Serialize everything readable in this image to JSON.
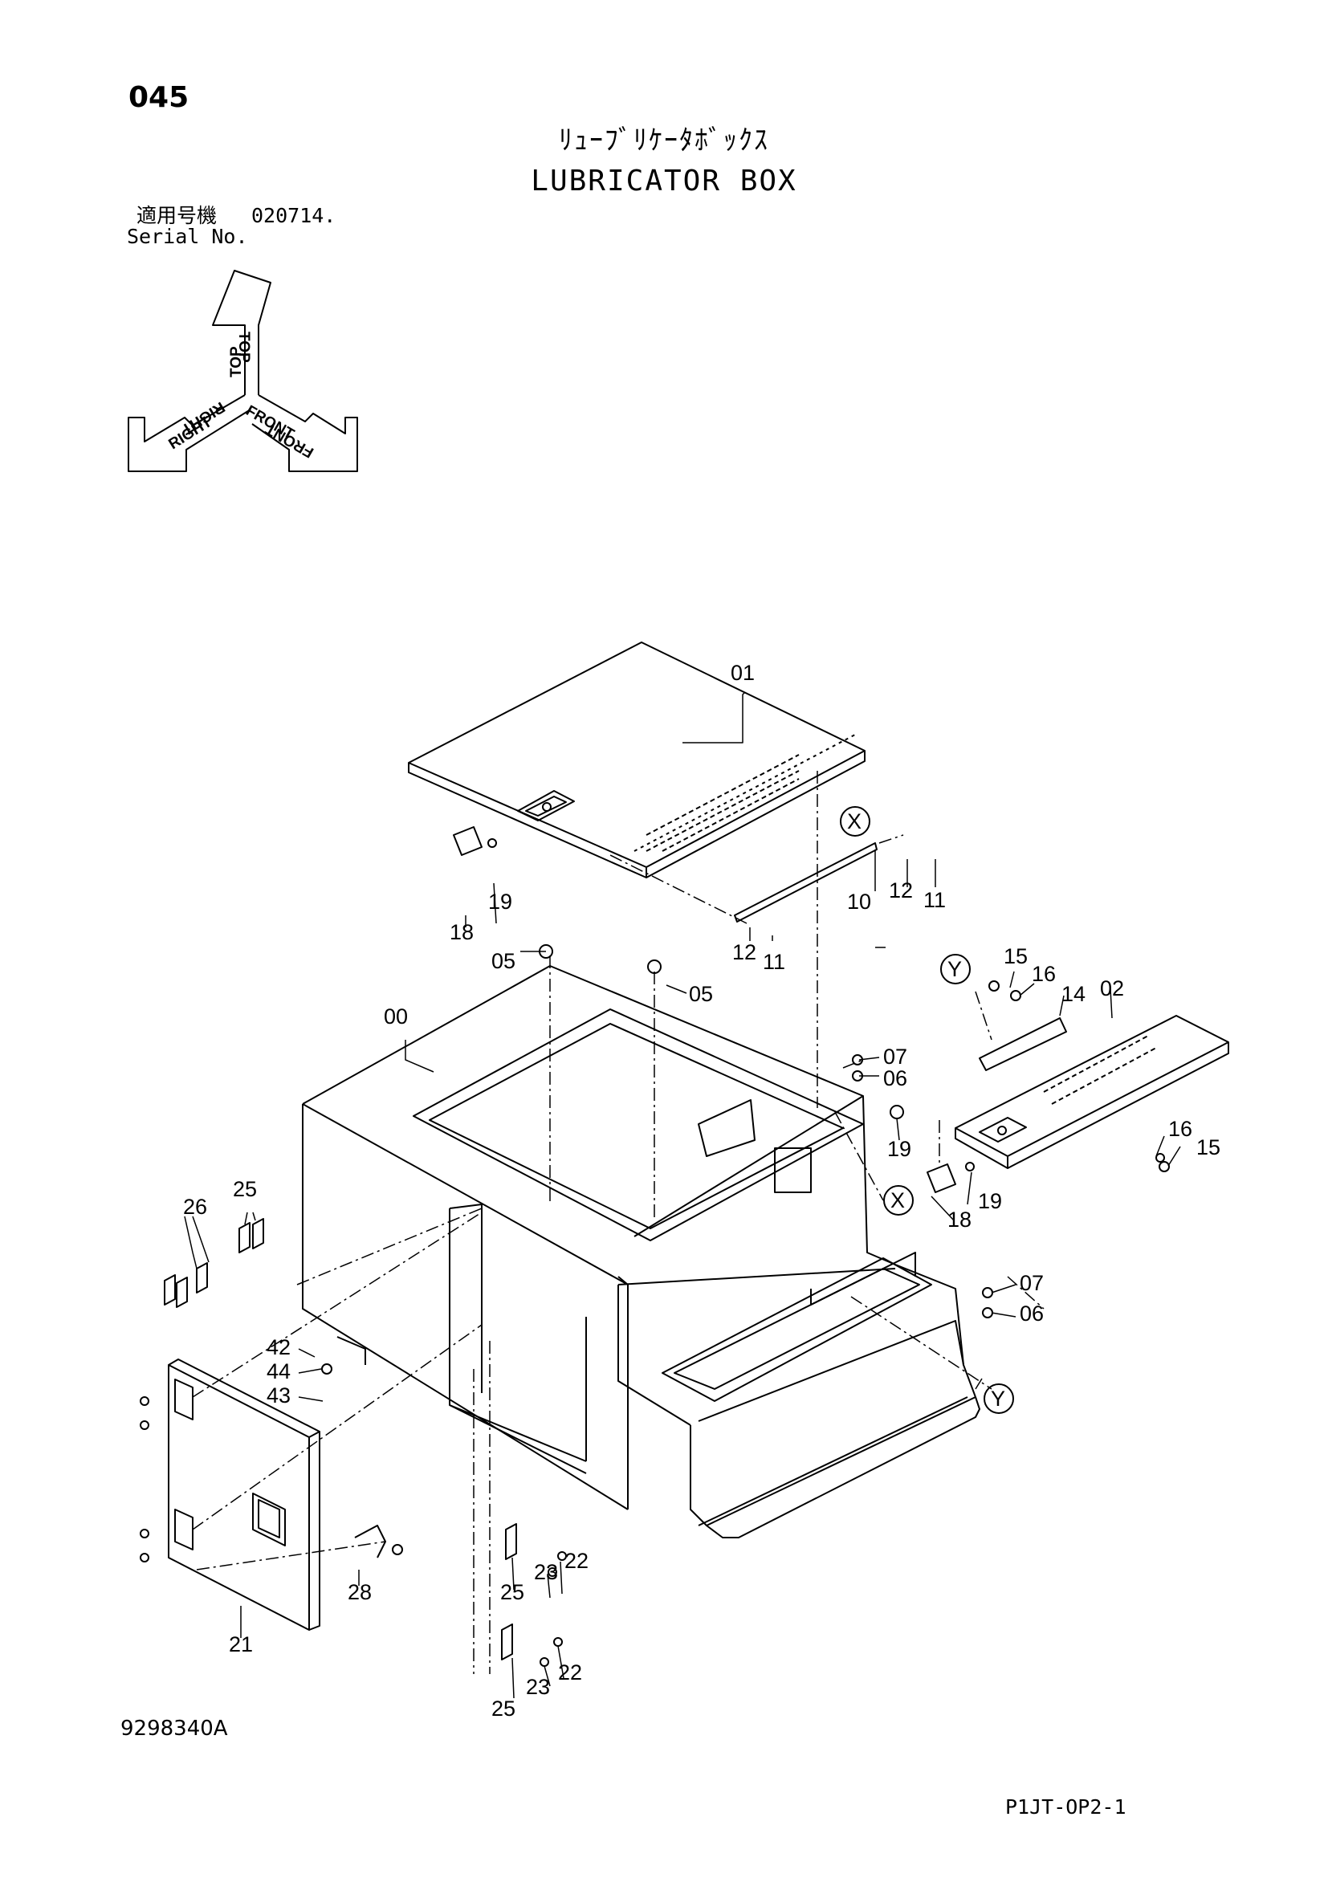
{
  "page_number": "045",
  "title_jp": "ﾘｭｰﾌﾞﾘｹｰﾀﾎﾞｯｸｽ",
  "title_en": "LUBRICATOR BOX",
  "serial_label_jp": "適用号機",
  "serial_value": "020714.",
  "serial_label_en": "Serial No.",
  "orientation": {
    "top": "TOP",
    "right": "RIGHT",
    "front": "FRONT"
  },
  "callouts": {
    "p01": "01",
    "p02": "02",
    "p00": "00",
    "p19a": "19",
    "p18a": "18",
    "p10": "10",
    "p12a": "12",
    "p11a": "11",
    "p12b": "12",
    "p11b": "11",
    "p05a": "05",
    "p05b": "05",
    "p15a": "15",
    "p16a": "16",
    "p14": "14",
    "p07a": "07",
    "p06a": "06",
    "p19b": "19",
    "p16b": "16",
    "p15b": "15",
    "p19c": "19",
    "p18b": "18",
    "p25a": "25",
    "p26": "26",
    "p07b": "07",
    "p06b": "06",
    "p42": "42",
    "p44": "44",
    "p43": "43",
    "p28": "28",
    "p21": "21",
    "p23a": "23",
    "p22a": "22",
    "p25b": "25",
    "p23b": "23",
    "p22b": "22",
    "p25c": "25"
  },
  "view_markers": {
    "x1": "X",
    "y1": "Y",
    "x2": "X",
    "y2": "Y"
  },
  "drawing_number": "9298340A",
  "page_code": "P1JT-OP2-1"
}
